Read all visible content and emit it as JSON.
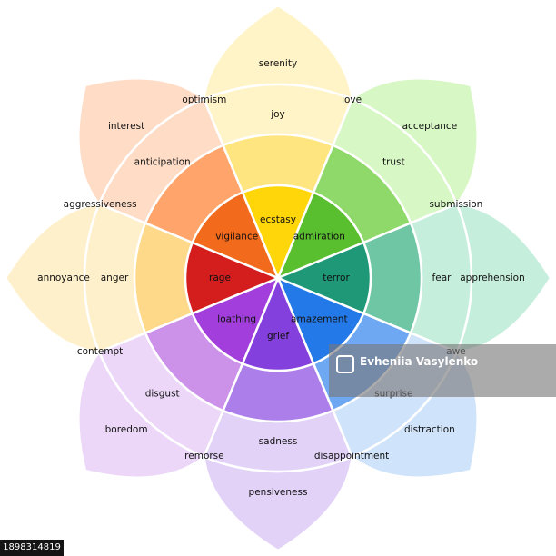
{
  "diagram": {
    "petals": [
      {
        "name": "joy",
        "colors": {
          "outer": "#FFF4C8",
          "middle": "#FFE57F",
          "inner": "#FFD60A"
        },
        "emotions": {
          "outer": "serenity",
          "middle": "joy",
          "inner": "ecstasy"
        }
      },
      {
        "name": "trust",
        "colors": {
          "outer": "#D7F7C4",
          "middle": "#8FD96A",
          "inner": "#5ABF2E"
        },
        "emotions": {
          "outer": "acceptance",
          "middle": "trust",
          "inner": "admiration"
        }
      },
      {
        "name": "fear",
        "colors": {
          "outer": "#C6EEDD",
          "middle": "#6FC6A5",
          "inner": "#1E9877"
        },
        "emotions": {
          "outer": "apprehension",
          "middle": "fear",
          "inner": "terror"
        }
      },
      {
        "name": "surprise",
        "colors": {
          "outer": "#CFE3FB",
          "middle": "#6FA8F2",
          "inner": "#2479E8"
        },
        "emotions": {
          "outer": "distraction",
          "middle": "surprise",
          "inner": "amazement"
        }
      },
      {
        "name": "sadness",
        "colors": {
          "outer": "#E2D2F8",
          "middle": "#AC7EEA",
          "inner": "#8440DC"
        },
        "emotions": {
          "outer": "pensiveness",
          "middle": "sadness",
          "inner": "grief"
        }
      },
      {
        "name": "disgust",
        "colors": {
          "outer": "#ECD7F8",
          "middle": "#CC92EA",
          "inner": "#A23FDC"
        },
        "emotions": {
          "outer": "boredom",
          "middle": "disgust",
          "inner": "loathing"
        }
      },
      {
        "name": "anger",
        "colors": {
          "outer": "#FFF0CC",
          "middle": "#FFD98A",
          "inner": "#D41E1E"
        },
        "emotions": {
          "outer": "annoyance",
          "middle": "anger",
          "inner": "rage"
        }
      },
      {
        "name": "anticipation",
        "colors": {
          "outer": "#FFDCC6",
          "middle": "#FFA46A",
          "inner": "#F26A1B"
        },
        "emotions": {
          "outer": "interest",
          "middle": "anticipation",
          "inner": "vigilance"
        }
      }
    ],
    "dyads": [
      "love",
      "submission",
      "awe",
      "disappointment",
      "remorse",
      "contempt",
      "aggressiveness",
      "optimism"
    ],
    "ringColor": "#DCE0F0"
  },
  "watermark": {
    "text": "Evheniia Vasylenko"
  },
  "stockId": "1898314819"
}
